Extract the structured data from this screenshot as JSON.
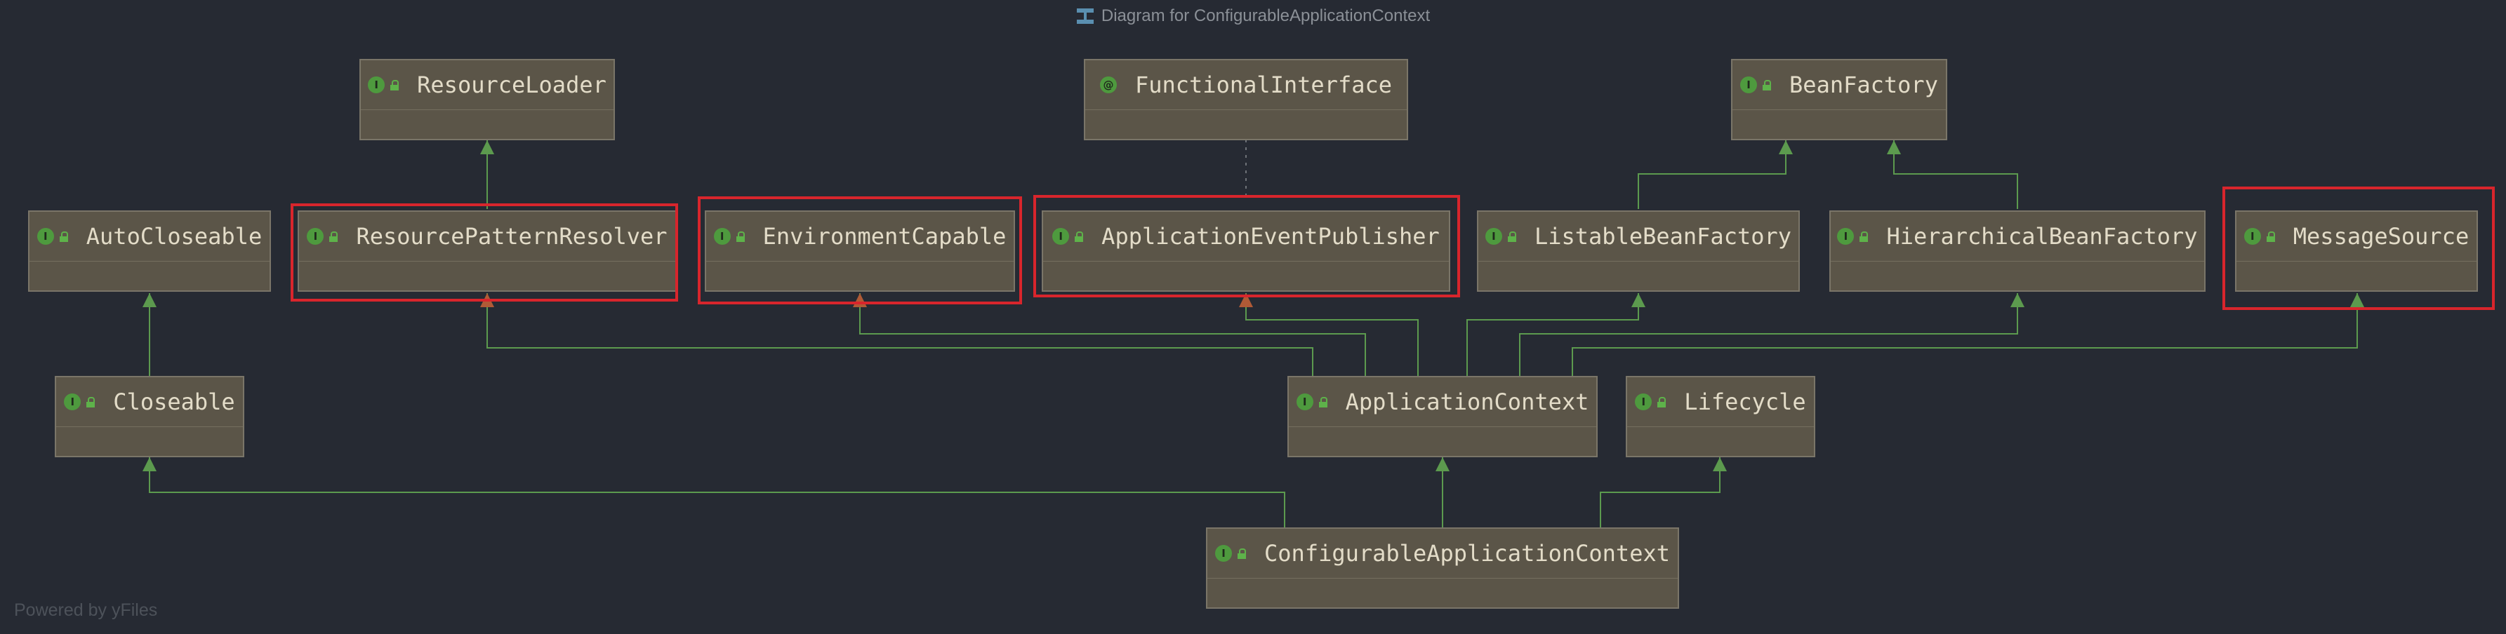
{
  "title": "Diagram for ConfigurableApplicationContext",
  "footer": "Powered by yFiles",
  "colors": {
    "background": "#262a33",
    "node_fill": "#5b5548",
    "node_border": "#7a7568",
    "edge": "#5c9a4e",
    "highlight": "#d8252c",
    "badge": "#4e9a3e"
  },
  "nodes": {
    "resource_loader": {
      "label": "ResourceLoader",
      "badge": "I"
    },
    "functional_interface": {
      "label": "FunctionalInterface",
      "badge": "@"
    },
    "bean_factory": {
      "label": "BeanFactory",
      "badge": "I"
    },
    "auto_closeable": {
      "label": "AutoCloseable",
      "badge": "I"
    },
    "resource_pattern_resolver": {
      "label": "ResourcePatternResolver",
      "badge": "I"
    },
    "environment_capable": {
      "label": "EnvironmentCapable",
      "badge": "I"
    },
    "application_event_publisher": {
      "label": "ApplicationEventPublisher",
      "badge": "I"
    },
    "listable_bean_factory": {
      "label": "ListableBeanFactory",
      "badge": "I"
    },
    "hierarchical_bean_factory": {
      "label": "HierarchicalBeanFactory",
      "badge": "I"
    },
    "message_source": {
      "label": "MessageSource",
      "badge": "I"
    },
    "closeable": {
      "label": "Closeable",
      "badge": "I"
    },
    "application_context": {
      "label": "ApplicationContext",
      "badge": "I"
    },
    "lifecycle": {
      "label": "Lifecycle",
      "badge": "I"
    },
    "configurable_application_context": {
      "label": "ConfigurableApplicationContext",
      "badge": "I"
    }
  }
}
